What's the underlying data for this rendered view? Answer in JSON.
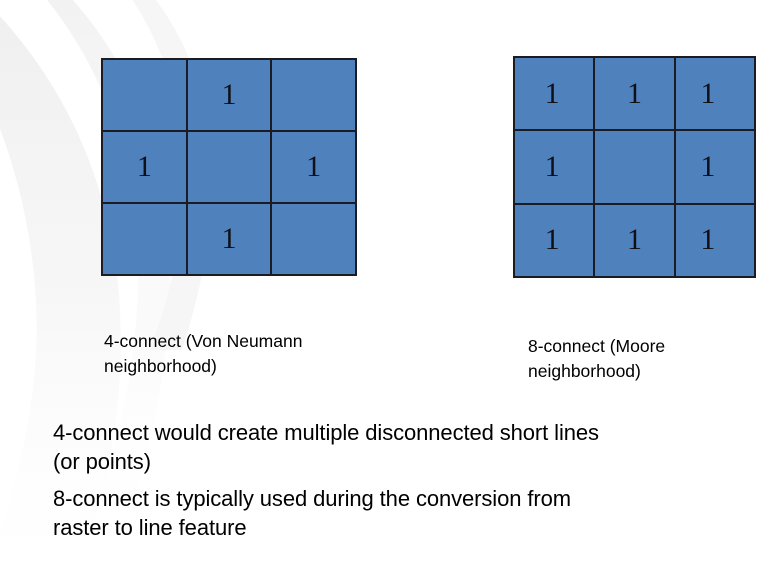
{
  "slide": {
    "background_color": "#ffffff",
    "decor": {
      "name": "swirl-arc-decoration",
      "color": "#f4f4f4"
    }
  },
  "colors": {
    "cell_fill": "#4F81BD",
    "cell_border": "#1b1b24",
    "text": "#000000"
  },
  "diagrams": [
    {
      "id": "von-neumann",
      "caption": "4-connect (Von Neumann\nneighborhood)",
      "rows": 3,
      "cols": 3,
      "cells": [
        [
          "",
          "1",
          ""
        ],
        [
          "1",
          "",
          "1"
        ],
        [
          "",
          "1",
          ""
        ]
      ]
    },
    {
      "id": "moore",
      "caption": "8-connect (Moore\nneighborhood)",
      "rows": 3,
      "cols": 3,
      "cells": [
        [
          "1",
          "1",
          "1"
        ],
        [
          "1",
          "",
          "1"
        ],
        [
          "1",
          "1",
          "1"
        ]
      ]
    }
  ],
  "body": {
    "line_1": "4-connect would create multiple disconnected short lines\n(or points)",
    "line_2": "8-connect is typically used during the conversion from\nraster to line feature"
  }
}
